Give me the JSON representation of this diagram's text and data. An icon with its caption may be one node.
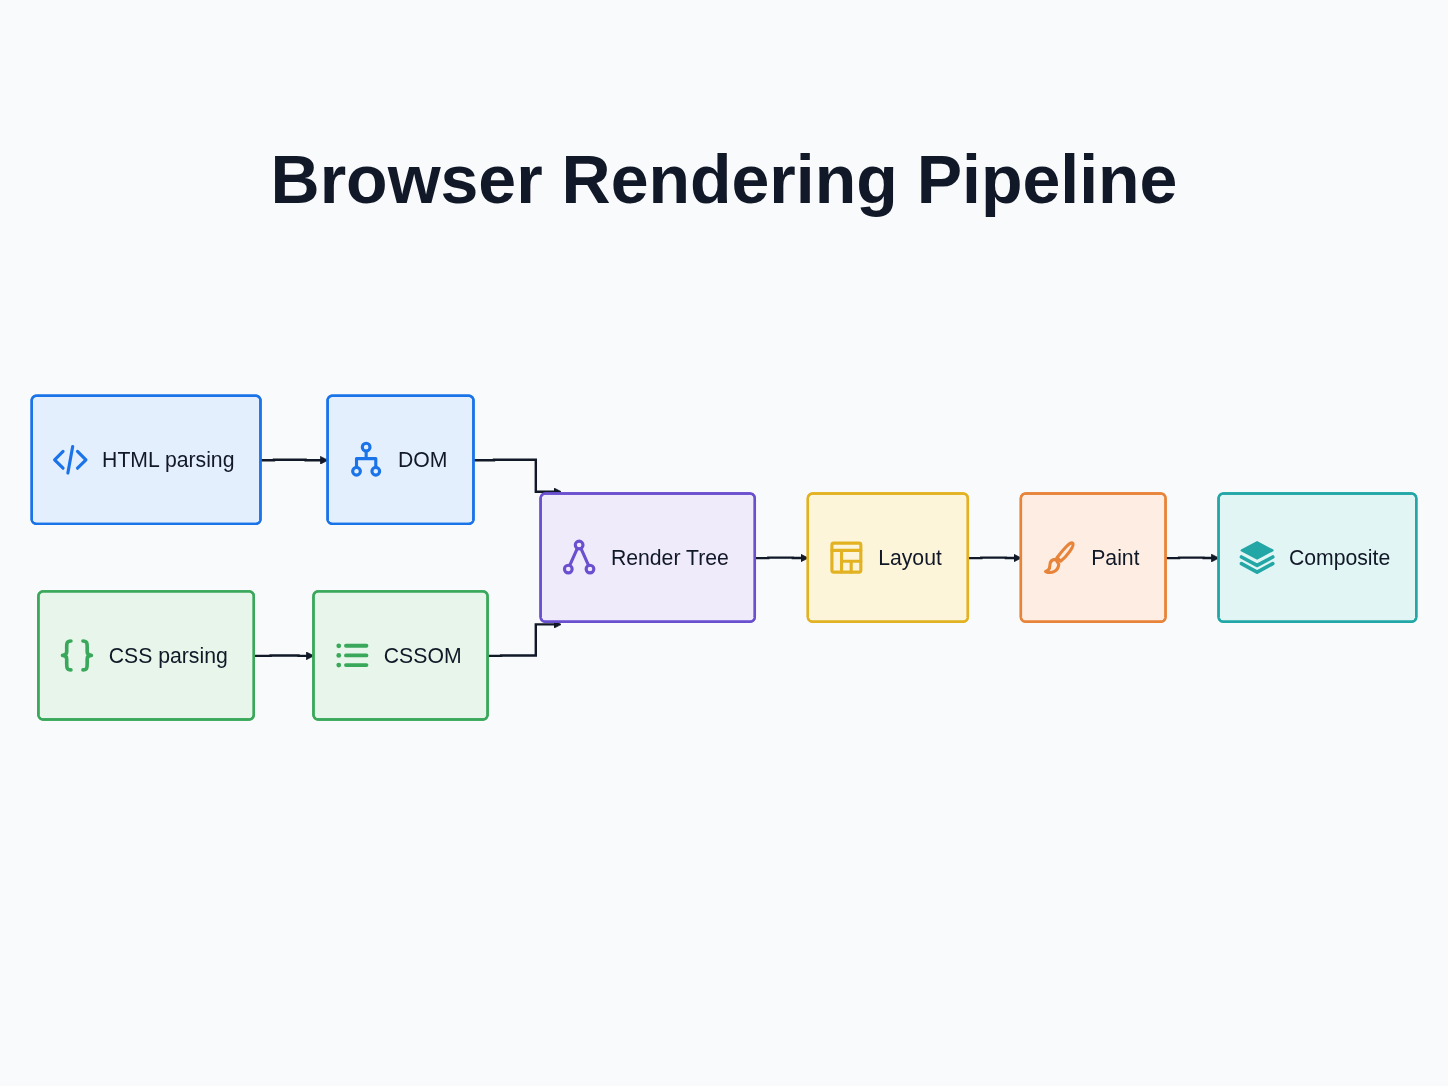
{
  "diagram": {
    "title": "Browser Rendering Pipeline",
    "nodes": [
      {
        "text": [
          "HTML parsing"
        ]
      },
      {
        "text": [
          "DOM"
        ]
      },
      {
        "text": [
          "Render Tree"
        ]
      },
      {
        "text": [
          "Layout"
        ]
      },
      {
        "text": [
          "Paint"
        ]
      },
      {
        "text": [
          "Composite"
        ]
      },
      {
        "text": [
          "CSS parsing"
        ]
      },
      {
        "text": [
          "CSSOM"
        ]
      }
    ],
    "edges": [
      {
        "from": 0,
        "to": 1,
        "arrow": "to"
      },
      {
        "from": 1,
        "to": 2,
        "arrow": "to"
      },
      {
        "from": 6,
        "to": 7,
        "arrow": "to"
      },
      {
        "from": 7,
        "to": 2,
        "arrow": "to"
      },
      {
        "from": 2,
        "to": 3,
        "arrow": "to"
      },
      {
        "from": 3,
        "to": 4,
        "arrow": "to"
      },
      {
        "from": 4,
        "to": 5,
        "arrow": "to"
      }
    ]
  }
}
